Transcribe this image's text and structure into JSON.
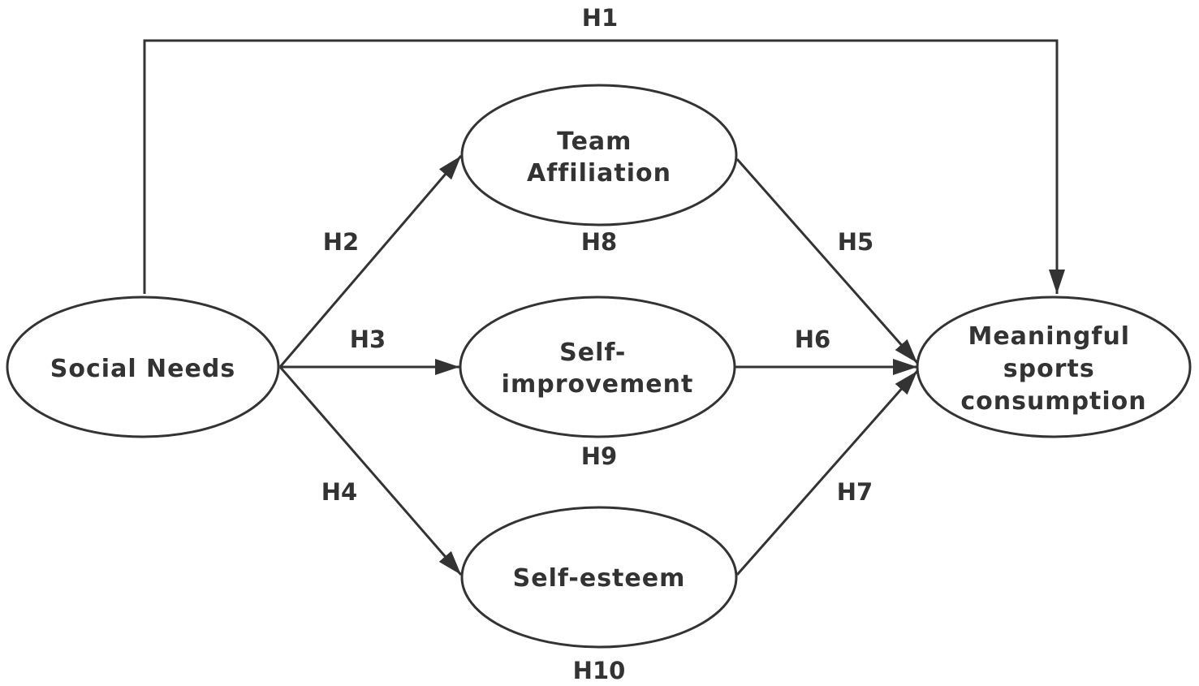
{
  "colors": {
    "stroke": "#333333",
    "text": "#333333",
    "fill": "#ffffff"
  },
  "nodes": {
    "social_needs": {
      "lines": [
        "Social Needs"
      ]
    },
    "team_affiliation": {
      "lines": [
        "Team",
        "Affiliation"
      ]
    },
    "self_improvement": {
      "lines": [
        "Self-",
        "improvement"
      ]
    },
    "self_esteem": {
      "lines": [
        "Self-esteem"
      ]
    },
    "meaningful_sports_consumption": {
      "lines": [
        "Meaningful",
        "sports",
        "consumption"
      ]
    }
  },
  "hypotheses": {
    "h1": "H1",
    "h2": "H2",
    "h3": "H3",
    "h4": "H4",
    "h5": "H5",
    "h6": "H6",
    "h7": "H7",
    "h8": "H8",
    "h9": "H9",
    "h10": "H10"
  }
}
